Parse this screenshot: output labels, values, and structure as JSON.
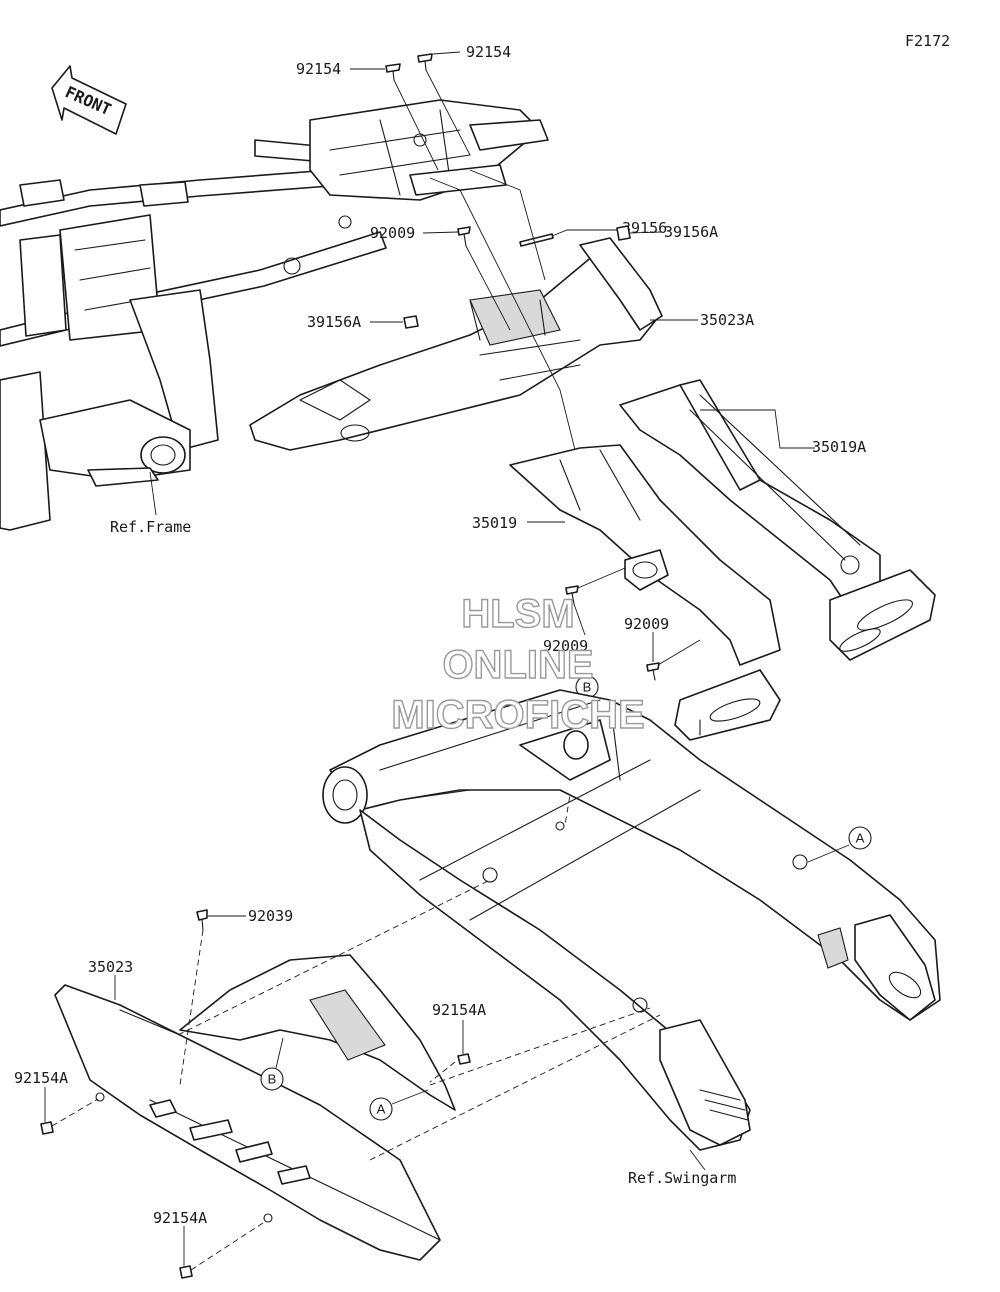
{
  "figure_code": "F2172",
  "front_label": "FRONT",
  "watermark": {
    "line1": "HLSM",
    "line2": "ONLINE",
    "line3": "MICROFICHE"
  },
  "references": {
    "frame": "Ref.Frame",
    "swingarm": "Ref.Swingarm"
  },
  "callouts": [
    {
      "id": "c1",
      "text": "92154"
    },
    {
      "id": "c2",
      "text": "92154"
    },
    {
      "id": "c3",
      "text": "39156"
    },
    {
      "id": "c4",
      "text": "92009"
    },
    {
      "id": "c5",
      "text": "39156A"
    },
    {
      "id": "c6",
      "text": "39156A"
    },
    {
      "id": "c7",
      "text": "35023A"
    },
    {
      "id": "c8",
      "text": "35019A"
    },
    {
      "id": "c9",
      "text": "35019"
    },
    {
      "id": "c10",
      "text": "92009"
    },
    {
      "id": "c11",
      "text": "92009"
    },
    {
      "id": "c12",
      "text": "92039"
    },
    {
      "id": "c13",
      "text": "35023"
    },
    {
      "id": "c14",
      "text": "92154A"
    },
    {
      "id": "c15",
      "text": "92154A"
    },
    {
      "id": "c16",
      "text": "92154A"
    }
  ],
  "markers": [
    {
      "id": "m1",
      "text": "A"
    },
    {
      "id": "m2",
      "text": "A"
    },
    {
      "id": "m3",
      "text": "B"
    },
    {
      "id": "m4",
      "text": "B"
    }
  ]
}
